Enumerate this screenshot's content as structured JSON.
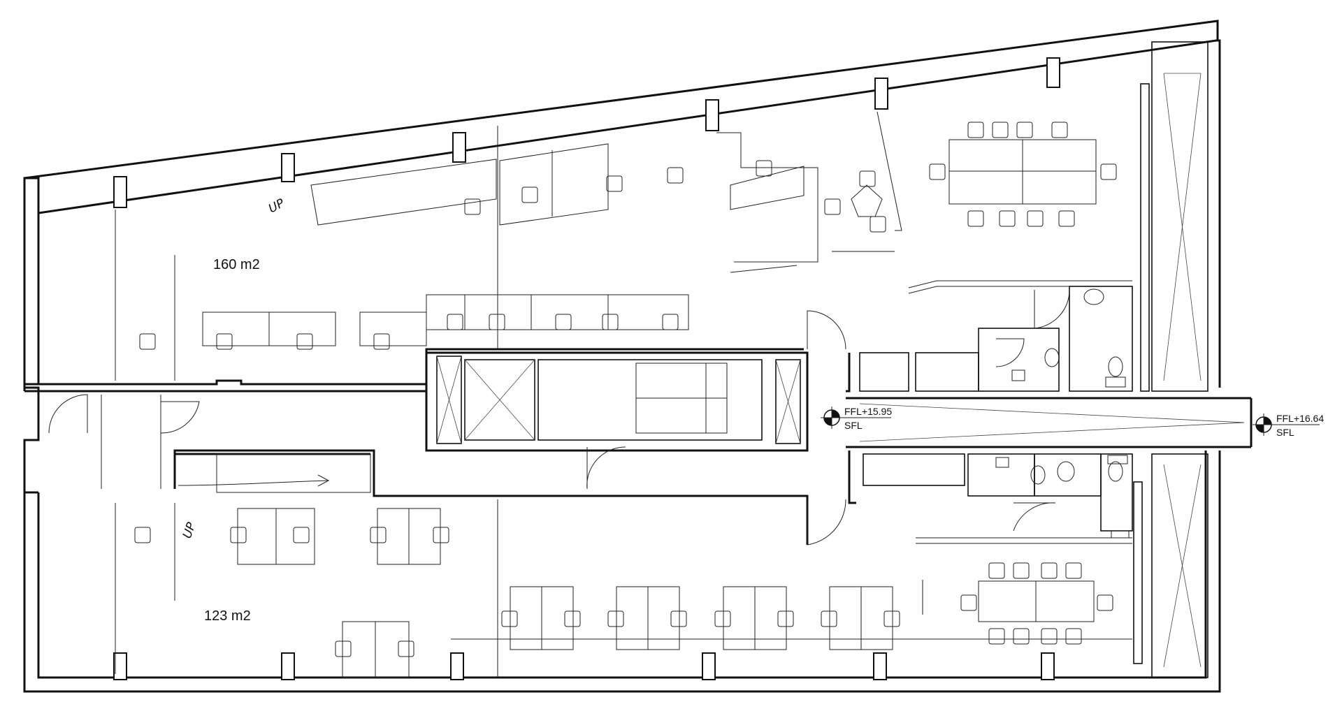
{
  "areas": {
    "upper": "160 m2",
    "lower": "123 m2"
  },
  "stairs": {
    "upper_note": "UP",
    "lower_note": "UP"
  },
  "levels": {
    "middle": {
      "main": "FFL+15.95",
      "sub": "SFL"
    },
    "right": {
      "main": "FFL+16.64",
      "sub": "SFL"
    }
  }
}
